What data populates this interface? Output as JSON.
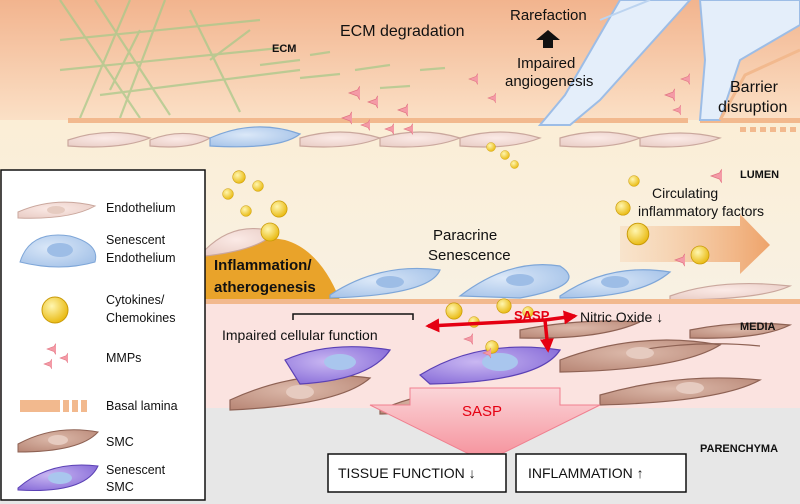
{
  "regions": {
    "ecm": "ECM",
    "lumen": "LUMEN",
    "media": "MEDIA",
    "parenchyma": "PARENCHYMA"
  },
  "labels": {
    "ecm_degradation": "ECM degradation",
    "rarefaction": "Rarefaction",
    "impaired": "Impaired",
    "angiogenesis": "angiogenesis",
    "barrier": "Barrier",
    "disruption": "disruption",
    "circulating": "Circulating",
    "inflammatory_factors": "inflammatory factors",
    "paracrine": "Paracrine",
    "senescence": "Senescence",
    "inflammation": "Inflammation/",
    "atherogenesis": "atherogenesis",
    "impaired_cellular_function": "Impaired cellular function",
    "sasp_small": "SASP",
    "nitric_oxide": "Nitric Oxide ↓",
    "sasp_big": "SASP"
  },
  "outcomes": {
    "tissue_function": "TISSUE FUNCTION ↓",
    "inflammation": "INFLAMMATION ↑"
  },
  "legend": {
    "endothelium": "Endothelium",
    "senescent_endothelium_1": "Senescent",
    "senescent_endothelium_2": "Endothelium",
    "cytokines_1": "Cytokines/",
    "cytokines_2": "Chemokines",
    "mmps": "MMPs",
    "basal_lamina": "Basal lamina",
    "smc": "SMC",
    "senescent_smc_1": "Senescent",
    "senescent_smc_2": "SMC"
  },
  "colors": {
    "ecm_bg": "#f5c6a5",
    "lumen_bg": "#faf0dc",
    "media_bg": "#fbe4e2",
    "parenchyma_bg": "#e6e6e6",
    "endothelium": "#f2dcd6",
    "senescent_endothelium": "#bcd4f0",
    "cytokine": "#f5d020",
    "mmp": "#f49aa6",
    "basal_lamina": "#f2b98e",
    "smc": "#c99a88",
    "senescent_smc": "#9d86e0",
    "atherogenesis": "#e9a32a",
    "sasp_arrow": "#e50012"
  }
}
